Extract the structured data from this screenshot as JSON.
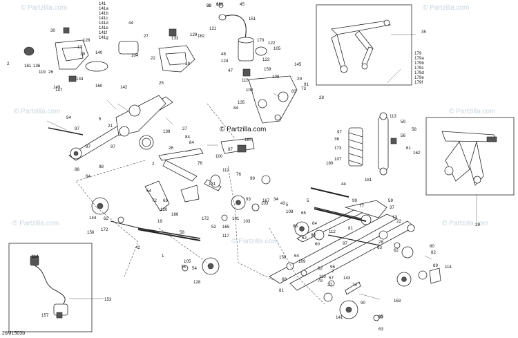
{
  "diagram_code": "26M1503b",
  "watermarks": [
    "© Partzilla.com",
    "© Partzilla.com",
    "© Partzilla.com",
    "© Partzilla.com",
    "© Partzilla.com",
    "© Partzilla.com",
    "© Partzilla.com"
  ],
  "center_watermark": "© Partzilla.com",
  "callout_groups": {
    "group_141": [
      "141",
      "141a",
      "141b",
      "141c",
      "141d",
      "141e",
      "141f",
      "141g"
    ],
    "group_179": [
      "179",
      "179a",
      "179b",
      "179c",
      "179d",
      "179e",
      "179f"
    ]
  },
  "callouts": [
    "39",
    "166",
    "45",
    "121",
    "151",
    "30",
    "44",
    "133",
    "129",
    "2",
    "161",
    "136",
    "128",
    "17",
    "140",
    "19",
    "119",
    "26",
    "147",
    "149",
    "104",
    "134",
    "160",
    "27",
    "22",
    "25",
    "18",
    "162",
    "170",
    "122",
    "105",
    "48",
    "124",
    "47",
    "123",
    "116",
    "159",
    "145",
    "108",
    "100",
    "135",
    "83",
    "73",
    "29",
    "91",
    "28",
    "142",
    "94",
    "97",
    "5",
    "21",
    "97",
    "97",
    "138",
    "27",
    "84",
    "84",
    "84",
    "164",
    "76",
    "26",
    "2",
    "88",
    "64",
    "98",
    "97",
    "100",
    "131",
    "112",
    "76",
    "99",
    "97",
    "36",
    "173",
    "107",
    "180",
    "181",
    "113",
    "59",
    "56",
    "61",
    "58",
    "162",
    "35",
    "29",
    "144",
    "156",
    "62",
    "172",
    "54",
    "72",
    "42",
    "19",
    "65",
    "120",
    "166",
    "58",
    "1",
    "105",
    "128",
    "78",
    "54",
    "172",
    "52",
    "165",
    "117",
    "101",
    "103",
    "103",
    "88",
    "62",
    "64",
    "65",
    "5",
    "108",
    "81",
    "93",
    "167",
    "34",
    "43",
    "5",
    "44",
    "99",
    "77",
    "59",
    "37",
    "13",
    "22",
    "80",
    "82",
    "89",
    "114",
    "98",
    "112",
    "97",
    "60",
    "62",
    "110",
    "90",
    "163",
    "87",
    "63",
    "114",
    "153",
    "157",
    "158",
    "68",
    "64",
    "109",
    "96",
    "2",
    "57",
    "27",
    "143",
    "74",
    "141",
    "85",
    "79",
    "81",
    "63",
    "28",
    "62",
    "59",
    "68"
  ]
}
